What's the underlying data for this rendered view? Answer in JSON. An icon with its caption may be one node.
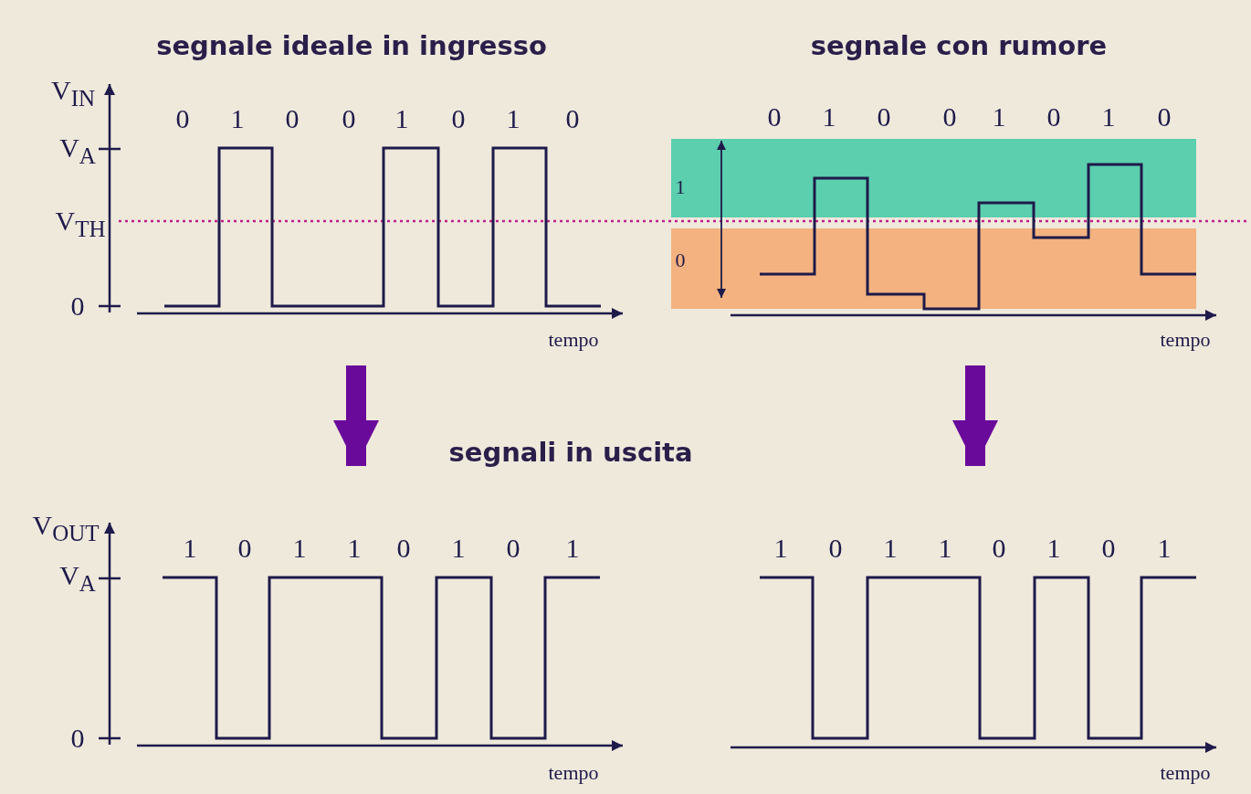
{
  "diagram": {
    "nodes": [
      {
        "text": [
          "segnale ideale in ingresso",
          "0",
          "1",
          "0",
          "0",
          "1",
          "0",
          "1",
          "0"
        ]
      },
      {
        "text": [
          "segnale con rumore",
          "0",
          "1",
          "0",
          "0",
          "1",
          "0",
          "1",
          "0"
        ]
      },
      {
        "text": [
          "1",
          "0",
          "1",
          "1",
          "0",
          "1",
          "0",
          "1"
        ]
      },
      {
        "text": [
          "1",
          "0",
          "1",
          "1",
          "0",
          "1",
          "0",
          "1"
        ]
      }
    ],
    "edges": [
      {
        "from": 0,
        "to": 2,
        "arrow": "to"
      },
      {
        "from": 1,
        "to": 3,
        "arrow": "to"
      }
    ],
    "labels": [
      "V$_{IN}$",
      "V$_{A}$",
      "1",
      "V$_{TH}$",
      "0",
      "0",
      "tempo",
      "tempo",
      "segnali in uscita",
      "V$_{OUT}$",
      "V$_{A}$",
      "0",
      "tempo",
      "tempo"
    ]
  }
}
